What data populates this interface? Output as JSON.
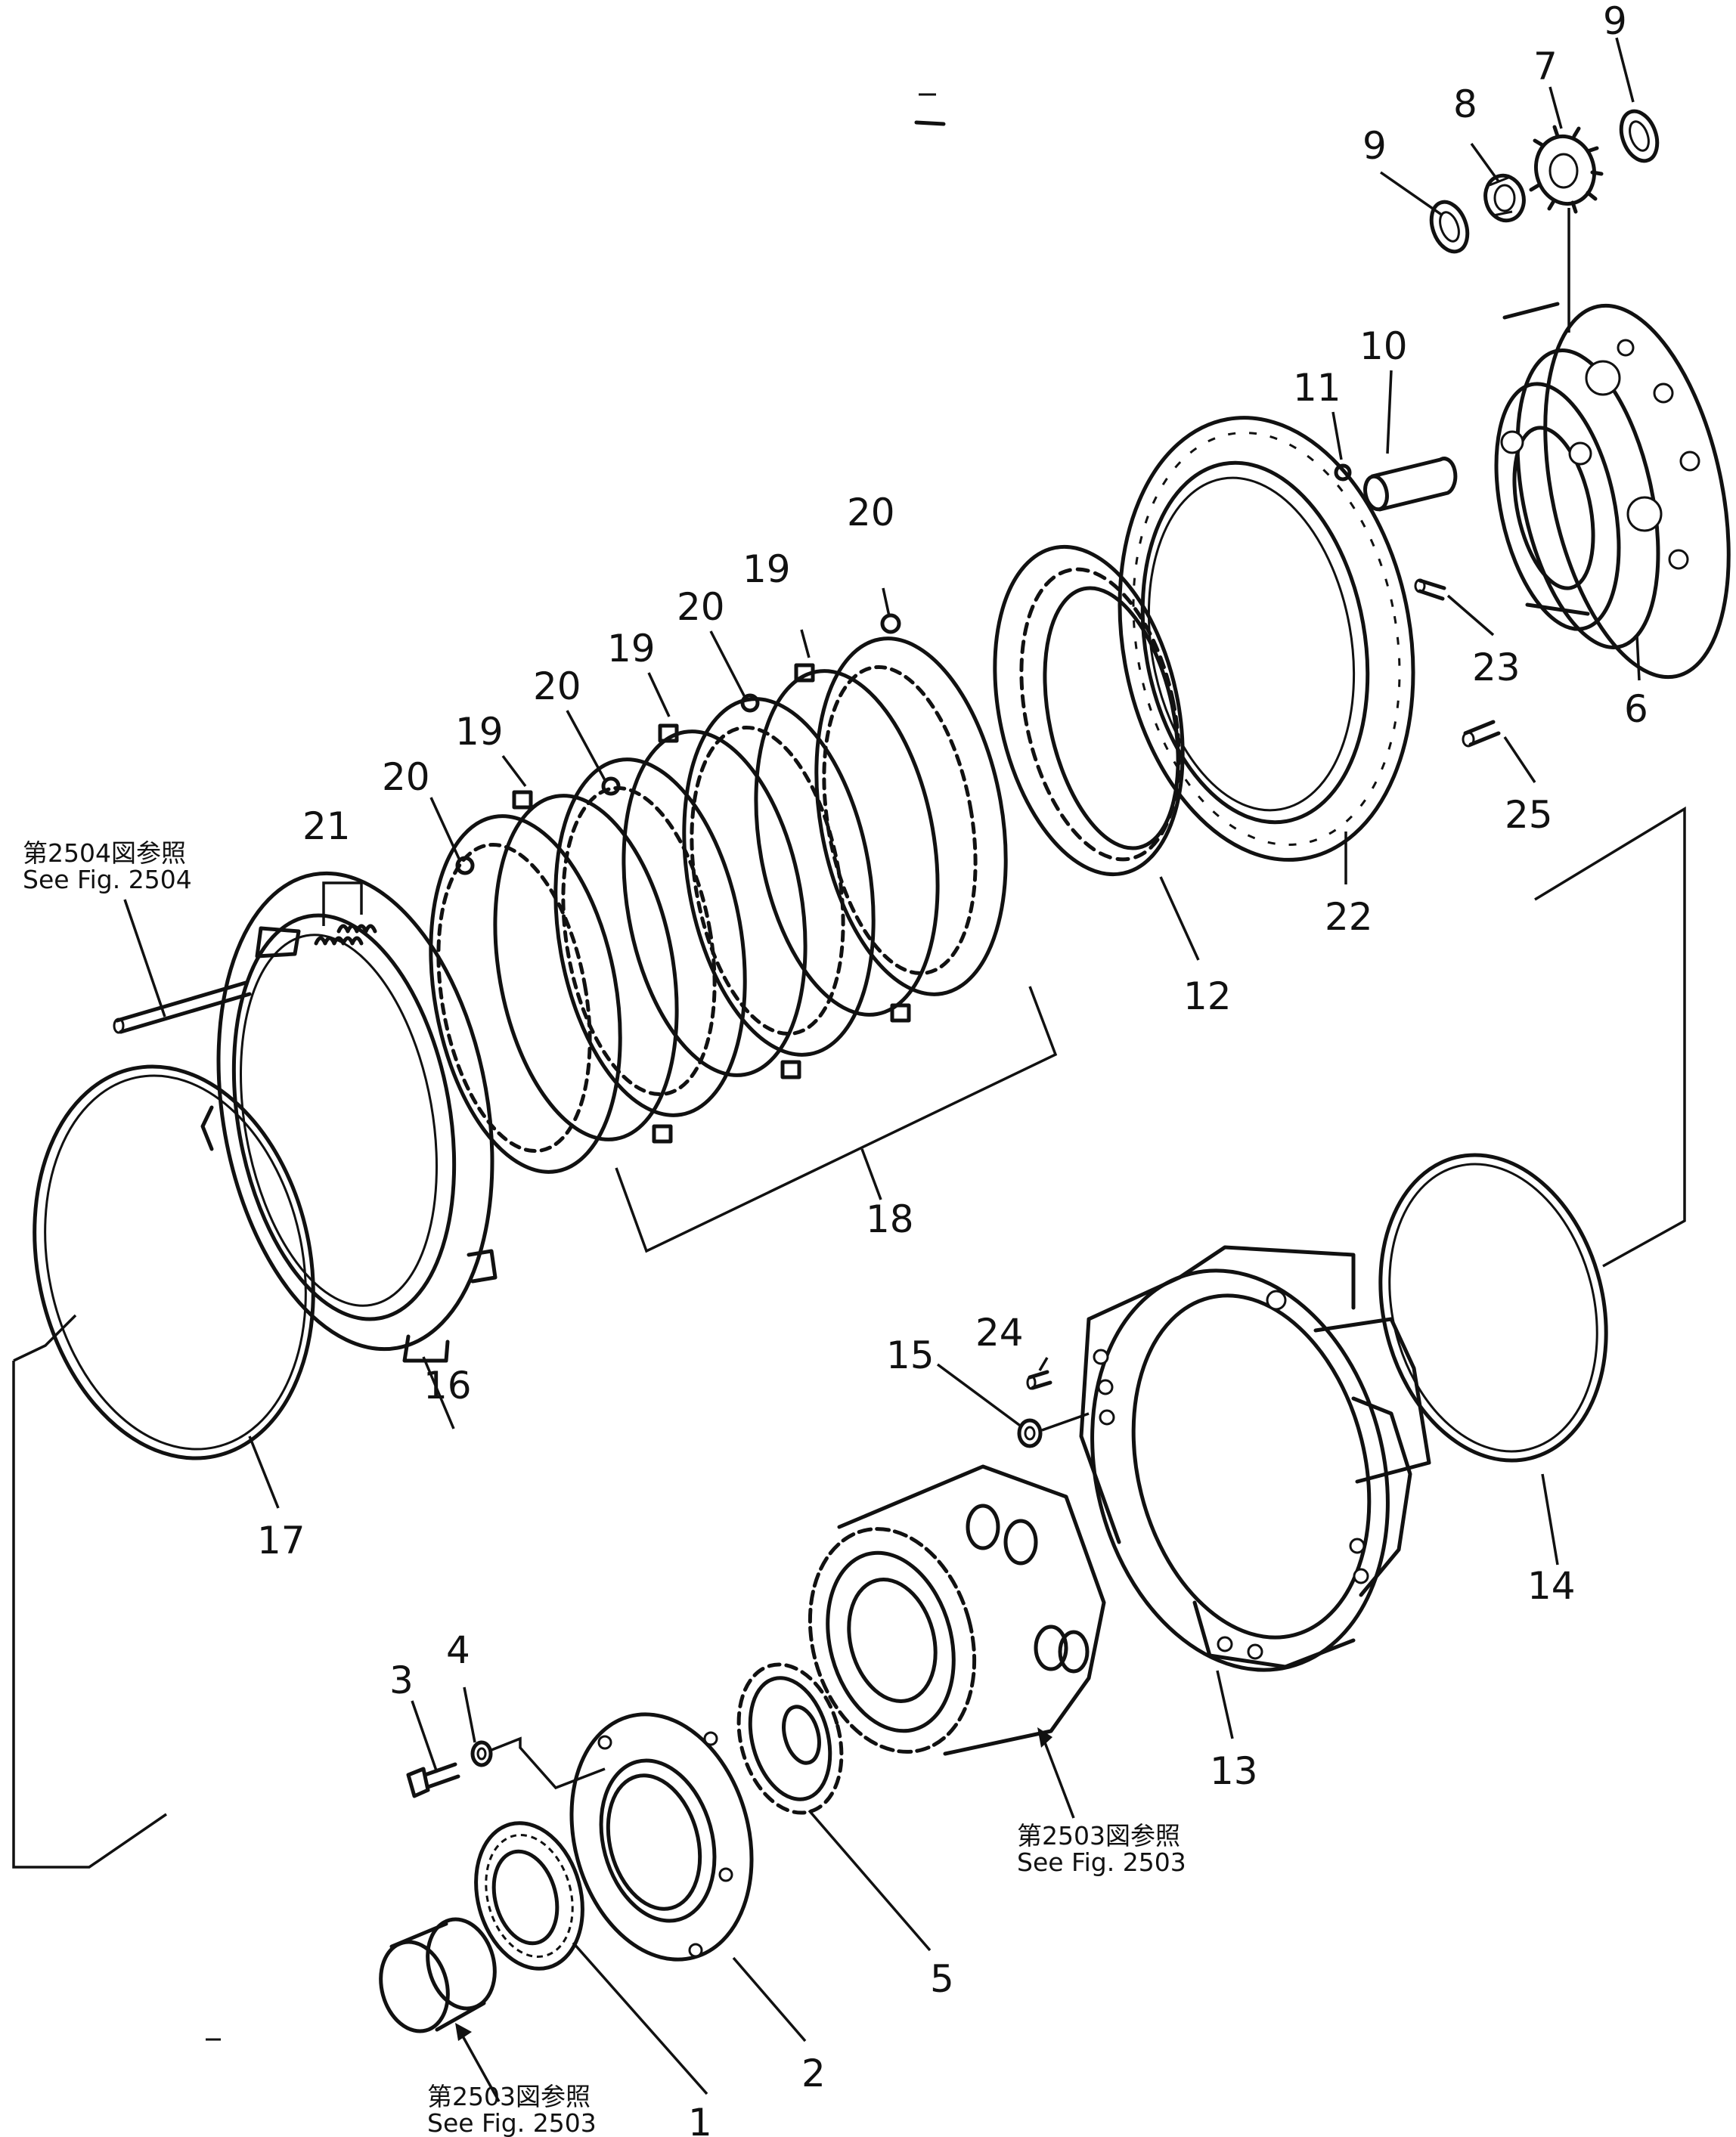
{
  "callouts": {
    "c1": "1",
    "c2": "2",
    "c3": "3",
    "c4": "4",
    "c5": "5",
    "c6": "6",
    "c7": "7",
    "c8": "8",
    "c9a": "9",
    "c9b": "9",
    "c10": "10",
    "c11": "11",
    "c12": "12",
    "c13": "13",
    "c14": "14",
    "c15": "15",
    "c16": "16",
    "c17": "17",
    "c18": "18",
    "c19a": "19",
    "c19b": "19",
    "c19c": "19",
    "c20a": "20",
    "c20b": "20",
    "c20c": "20",
    "c20d": "20",
    "c21": "21",
    "c22": "22",
    "c23": "23",
    "c24": "24",
    "c25": "25"
  },
  "references": {
    "fig2504_jp": "第2504図参照",
    "fig2504_en": "See Fig. 2504",
    "fig2503_mid_jp": "第2503図参照",
    "fig2503_mid_en": "See Fig. 2503",
    "fig2503_bottom_jp": "第2503図参照",
    "fig2503_bottom_en": "See Fig. 2503"
  }
}
